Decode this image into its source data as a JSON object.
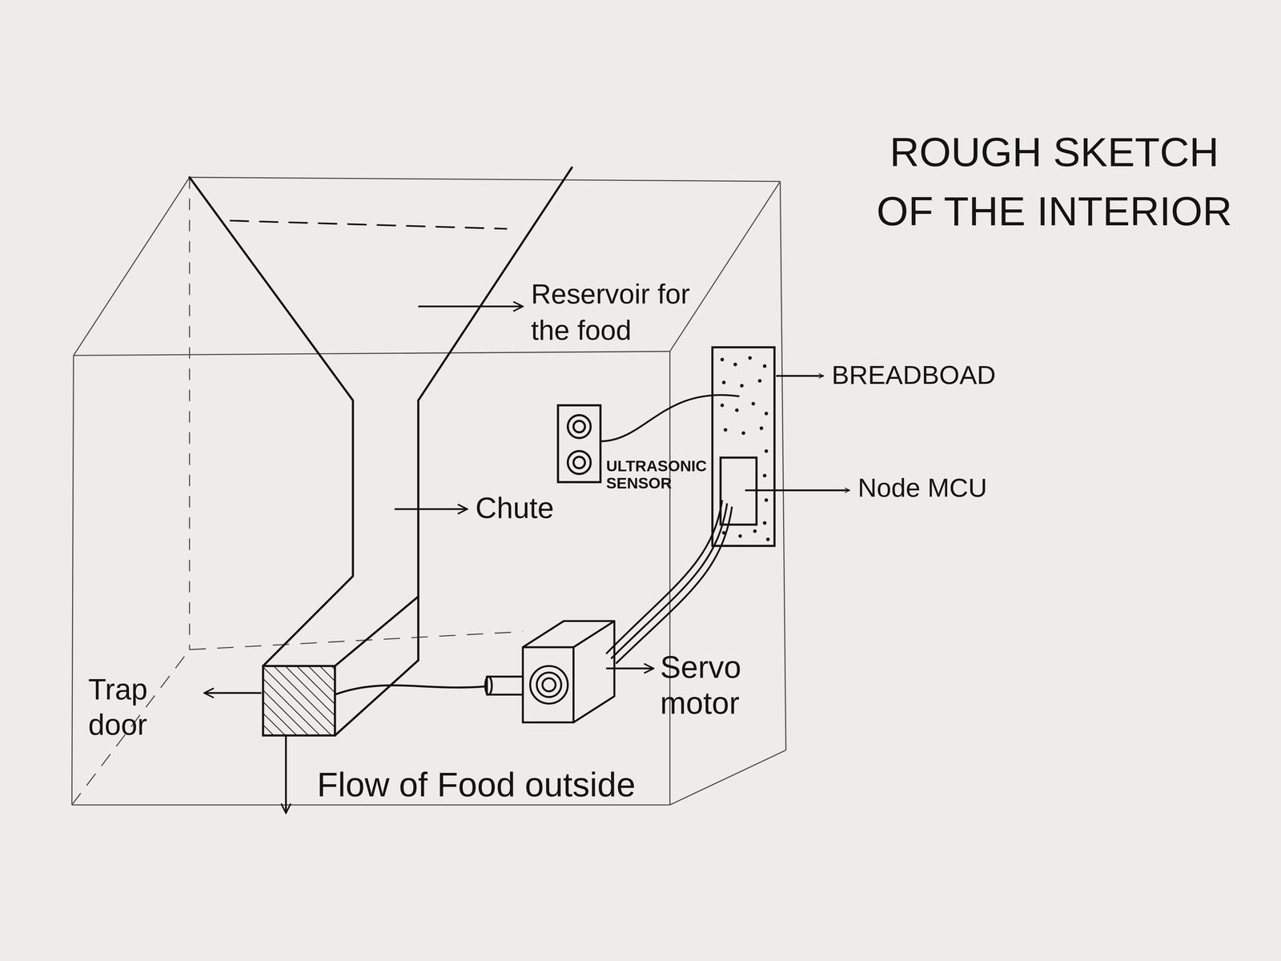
{
  "diagram": {
    "title": "ROUGH SKETCH OF THE INTERIOR",
    "labels": [
      "Reservoir for the food",
      "Chute",
      "BREADBOAD",
      "ULTRASONIC SENSOR",
      "Node MCU",
      "Servo motor",
      "Trap door",
      "Flow of Food outside"
    ]
  }
}
